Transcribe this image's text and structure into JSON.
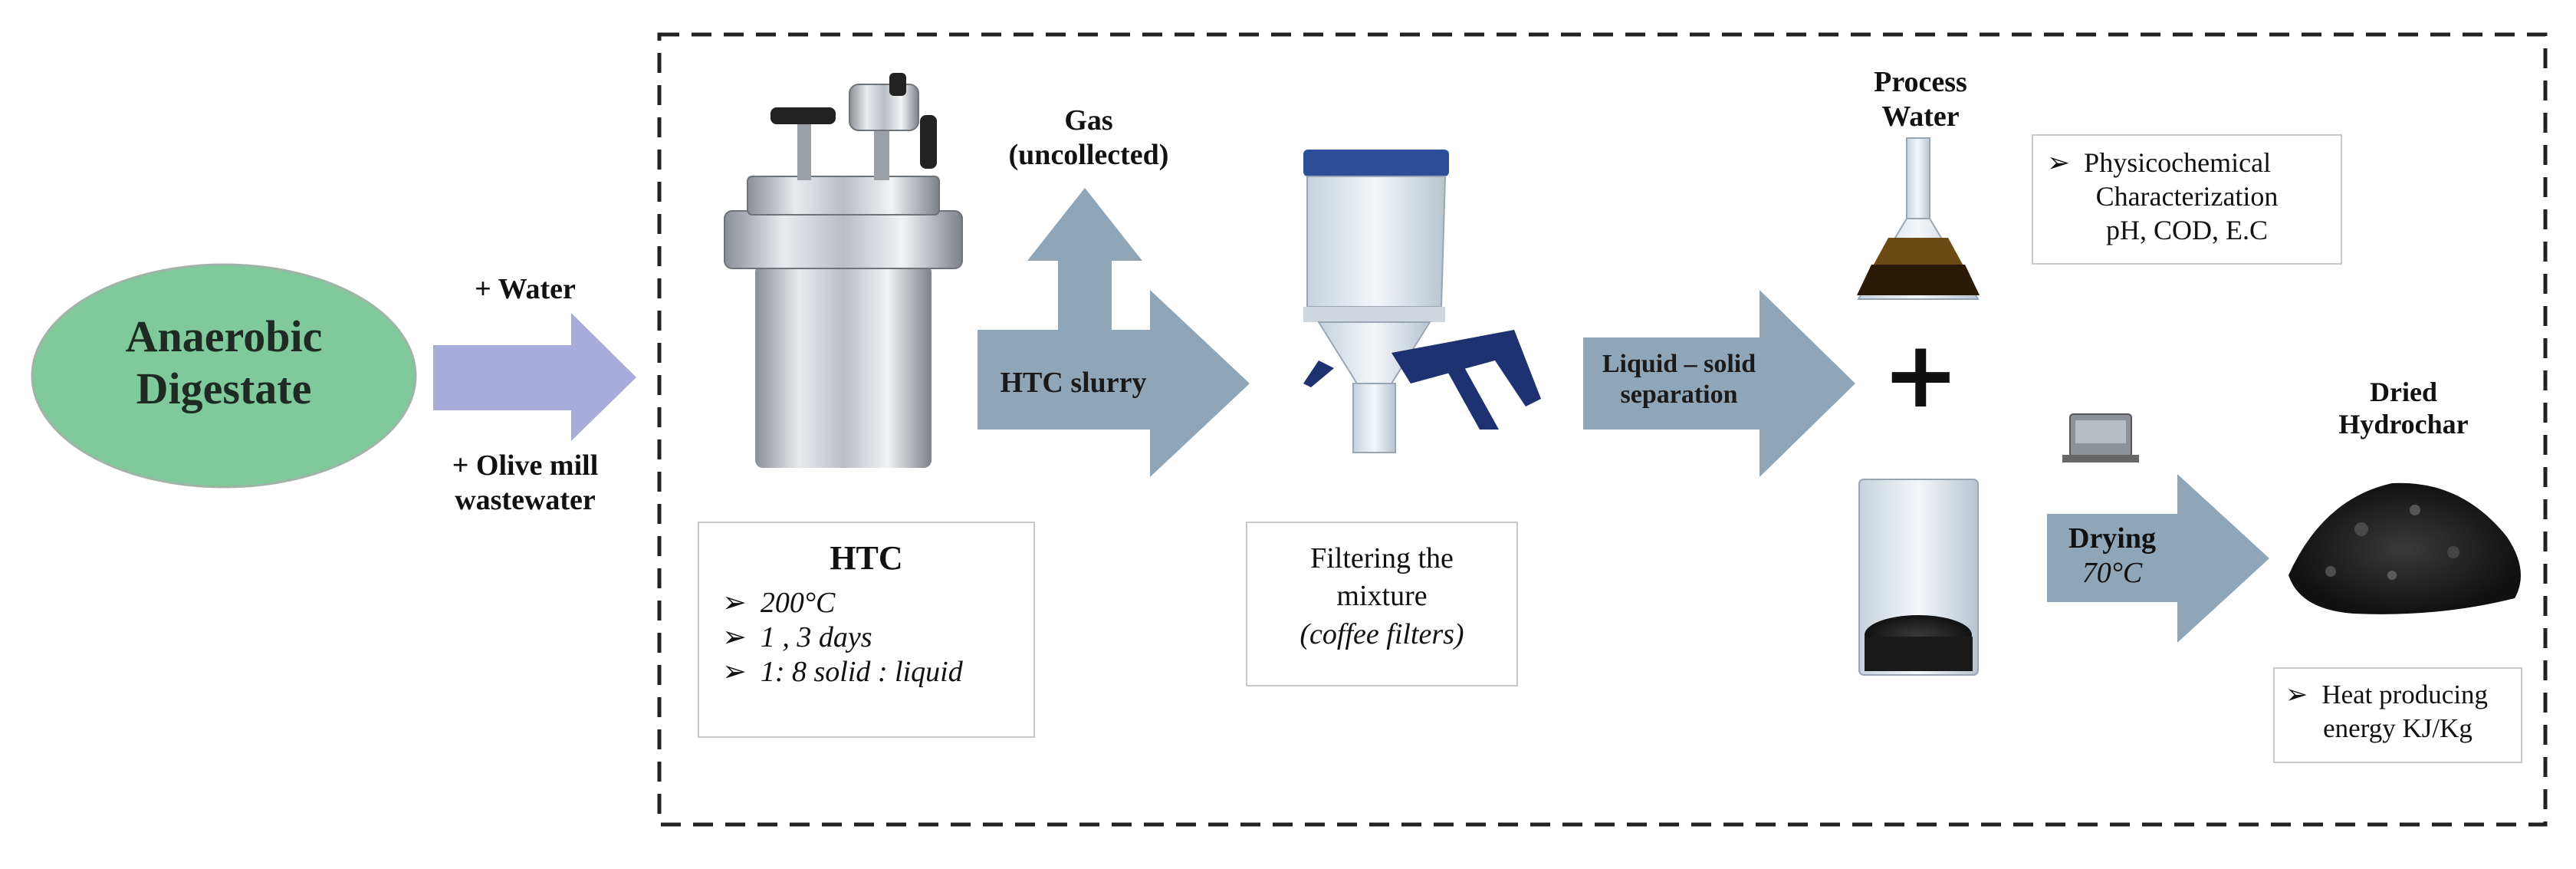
{
  "source": {
    "line1": "Anaerobic",
    "line2": "Digestate"
  },
  "inputs": {
    "water": "+ Water",
    "olive_line1": "+ Olive mill",
    "olive_line2": "wastewater"
  },
  "gas": {
    "line1": "Gas",
    "line2": "(uncollected)"
  },
  "htc_slurry": "HTC slurry",
  "htc_box": {
    "title": "HTC",
    "bullets": [
      "200°C",
      "1 , 3 days",
      "1: 8  solid : liquid"
    ]
  },
  "filter_box": {
    "line1": "Filtering the",
    "line2": "mixture",
    "line3": "(coffee filters)"
  },
  "separation": {
    "line1": "Liquid – solid",
    "line2": "separation"
  },
  "process_water": {
    "line1": "Process",
    "line2": "Water"
  },
  "plus": "+",
  "physico_box": {
    "line1": "Physicochemical",
    "line2": "Characterization",
    "line3": "pH, COD, E.C"
  },
  "drying": {
    "line1": "Drying",
    "line2": "70°C"
  },
  "hydrochar": {
    "line1": "Dried",
    "line2": "Hydrochar"
  },
  "heat_box": {
    "line1": "Heat producing",
    "line2": "energy  KJ/Kg"
  },
  "bullet_symbol": "➢",
  "colors": {
    "digestate_fill": "#7fc99a",
    "input_arrow": "#a7acdb",
    "process_arrow": "#8fa5b8",
    "dashed_border": "#222222",
    "box_border": "#c8c8c8"
  }
}
